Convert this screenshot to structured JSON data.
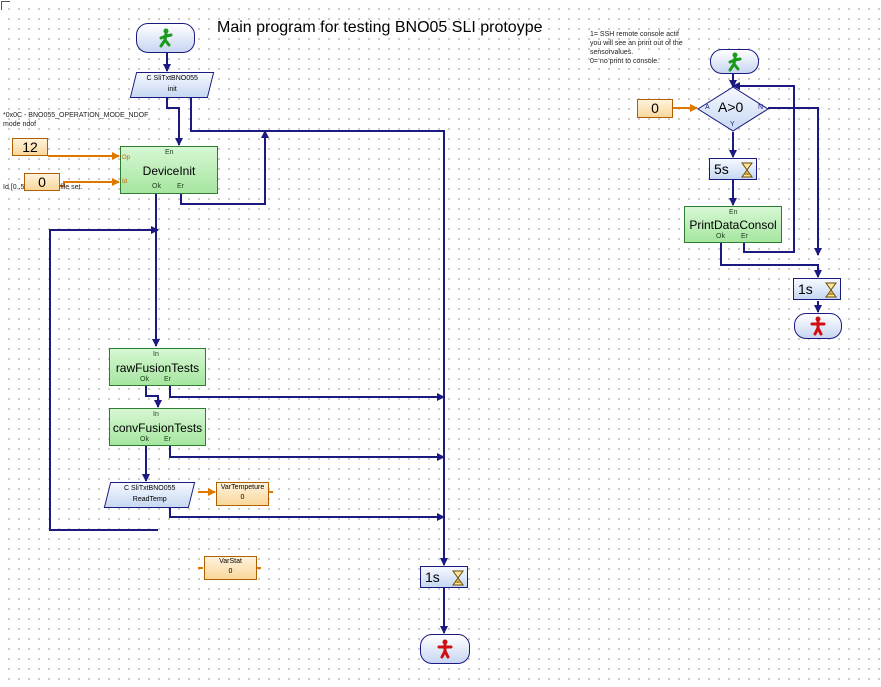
{
  "diagram": {
    "title": "Main program for testing BNO05 SLI protoype",
    "notes": {
      "mode_line1": "*0x0C - BNO055_OPERATION_MODE_NDOF",
      "mode_line2": "mode ndof",
      "profile": "Id [0..5] for the profile set.",
      "console_line1": "1= SSH remote console actif",
      "console_line2": "you will see an print out of the",
      "console_line3": "sensorvalues.",
      "console_line4": "0= no print to console."
    }
  },
  "main_flow": {
    "init_block": {
      "type_label": "C SliTxtBNO055",
      "method": "init"
    },
    "device_init": {
      "name": "DeviceInit",
      "in_pin": "En",
      "ok_pin": "Ok",
      "er_pin": "Er",
      "op_pin": "Op",
      "id_pin": "Id"
    },
    "const_mode": "12",
    "const_profile": "0",
    "raw_fusion": {
      "name": "rawFusionTests",
      "in_pin": "In",
      "ok_pin": "Ok",
      "er_pin": "Er"
    },
    "conv_fusion": {
      "name": "convFusionTests",
      "in_pin": "In",
      "ok_pin": "Ok",
      "er_pin": "Er"
    },
    "read_temp_block": {
      "type_label": "C SliTxtBNO055",
      "method": "ReadTemp"
    },
    "var_temperature": {
      "name": "VarTempeture",
      "value": "0"
    },
    "var_stat": {
      "name": "VarStat",
      "value": "0"
    },
    "timer": "1s"
  },
  "console_flow": {
    "const_a": "0",
    "condition": "A>0",
    "cond_in": "A",
    "yes_label": "Y",
    "no_label": "N",
    "timer_wait": "5s",
    "print_block": {
      "name": "PrintDataConsol",
      "in_pin": "En",
      "ok_pin": "Ok",
      "er_pin": "Er"
    },
    "timer_end": "1s"
  },
  "icons": [
    "start-walker-icon",
    "stop-walker-icon",
    "hourglass-icon"
  ],
  "colors": {
    "wire": "#1a1a80",
    "data_wire": "#e07800",
    "subprogram_fill": "#a6e6a0",
    "constant_fill": "#f9d79b",
    "start_green": "#1a9a1a",
    "stop_red": "#d01010"
  }
}
